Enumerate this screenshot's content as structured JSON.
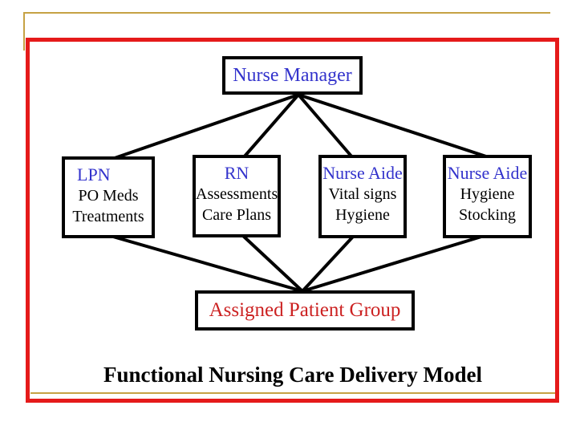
{
  "title": "Functional Nursing Care Delivery Model",
  "nodes": {
    "nurse_manager": {
      "label": "Nurse Manager"
    },
    "lpn": {
      "label": "LPN",
      "duty1": "PO Meds",
      "duty2": "Treatments"
    },
    "rn": {
      "label": "RN",
      "duty1": "Assessments",
      "duty2": "Care Plans"
    },
    "nurse_aide_1": {
      "label": "Nurse Aide",
      "duty1": "Vital signs",
      "duty2": "Hygiene"
    },
    "nurse_aide_2": {
      "label": "Nurse Aide",
      "duty1": "Hygiene",
      "duty2": "Stocking"
    },
    "assigned_patient_group": {
      "label": "Assigned Patient Group"
    }
  },
  "edges": [
    {
      "from": "nurse_manager",
      "to": "lpn"
    },
    {
      "from": "nurse_manager",
      "to": "rn"
    },
    {
      "from": "nurse_manager",
      "to": "nurse_aide_1"
    },
    {
      "from": "nurse_manager",
      "to": "nurse_aide_2"
    },
    {
      "from": "lpn",
      "to": "assigned_patient_group"
    },
    {
      "from": "rn",
      "to": "assigned_patient_group"
    },
    {
      "from": "nurse_aide_1",
      "to": "assigned_patient_group"
    },
    {
      "from": "nurse_aide_2",
      "to": "assigned_patient_group"
    }
  ],
  "colors": {
    "role_label_blue": "#3333cc",
    "patient_group_red": "#cc2222",
    "slide_border_red": "#e51a1a",
    "accent_gold": "#c6a244",
    "connector_black": "#000000"
  }
}
